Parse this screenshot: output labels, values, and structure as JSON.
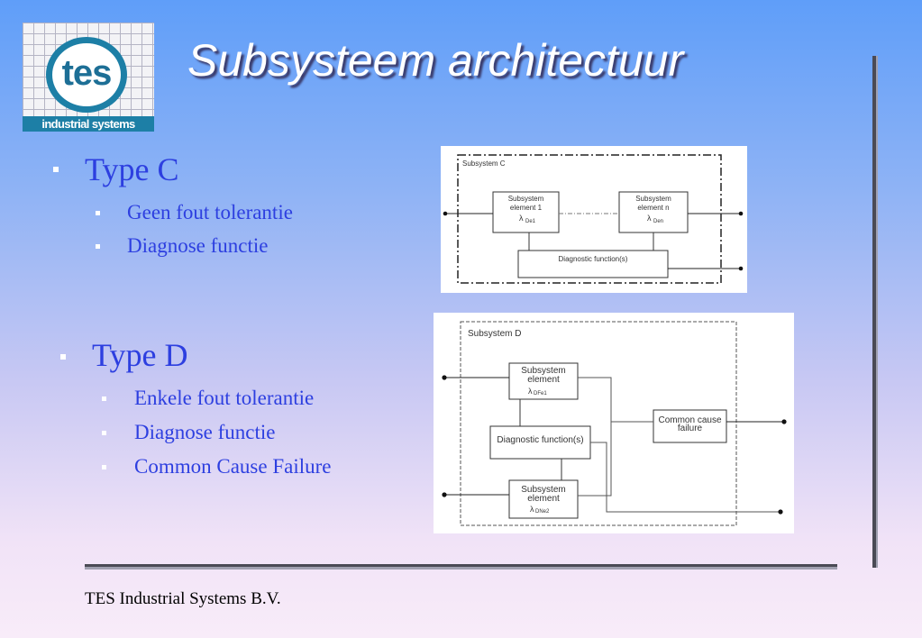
{
  "logo": {
    "text": "tes",
    "band": "industrial systems"
  },
  "title": "Subsysteem architectuur",
  "sections": [
    {
      "heading": "Type C",
      "items": [
        "Geen fout tolerantie",
        "Diagnose functie"
      ]
    },
    {
      "heading": "Type D",
      "items": [
        "Enkele fout tolerantie",
        "Diagnose functie",
        "Common Cause Failure"
      ]
    }
  ],
  "diagram_c": {
    "title": "Subsystem C",
    "element1": {
      "line1": "Subsystem",
      "line2": "element 1",
      "lambda": "λ",
      "sub": "De1"
    },
    "elementn": {
      "line1": "Subsystem",
      "line2": "element n",
      "lambda": "λ",
      "sub": "Den"
    },
    "diag": "Diagnostic function(s)"
  },
  "diagram_d": {
    "title": "Subsystem D",
    "element1": {
      "line1": "Subsystem",
      "line2": "element",
      "lambda": "λ",
      "sub": "DFe1"
    },
    "element2": {
      "line1": "Subsystem",
      "line2": "element",
      "lambda": "λ",
      "sub": "DNe2"
    },
    "diag": "Diagnostic function(s)",
    "ccf": {
      "line1": "Common cause",
      "line2": "failure"
    }
  },
  "footer": "TES Industrial Systems B.V."
}
